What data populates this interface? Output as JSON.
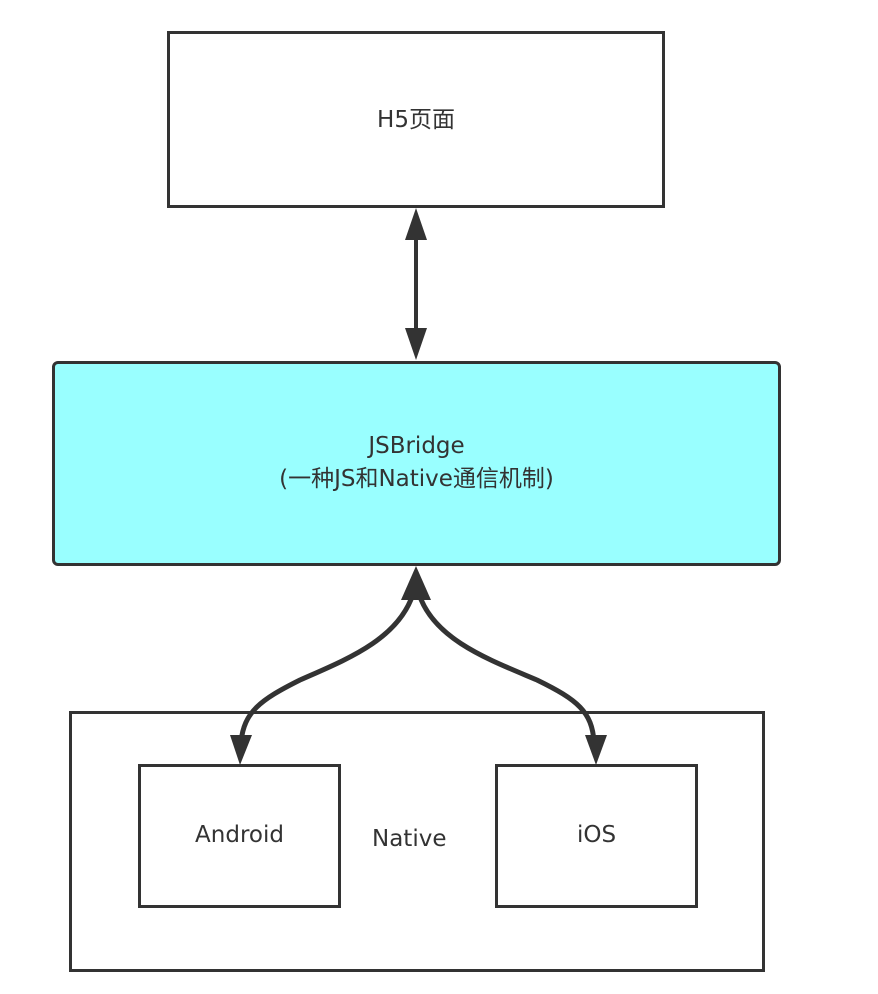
{
  "diagram": {
    "nodes": {
      "h5": {
        "label": "H5页面"
      },
      "bridge": {
        "title": "JSBridge",
        "subtitle": "(一种JS和Native通信机制)",
        "fill": "#99ffff"
      },
      "native": {
        "label": "Native"
      },
      "android": {
        "label": "Android"
      },
      "ios": {
        "label": "iOS"
      }
    },
    "edges": [
      {
        "from": "h5",
        "to": "bridge",
        "direction": "both"
      },
      {
        "from": "bridge",
        "to": "android",
        "direction": "both"
      },
      {
        "from": "bridge",
        "to": "ios",
        "direction": "both"
      }
    ],
    "colors": {
      "stroke": "#333333",
      "bridge_fill": "#99ffff"
    }
  }
}
